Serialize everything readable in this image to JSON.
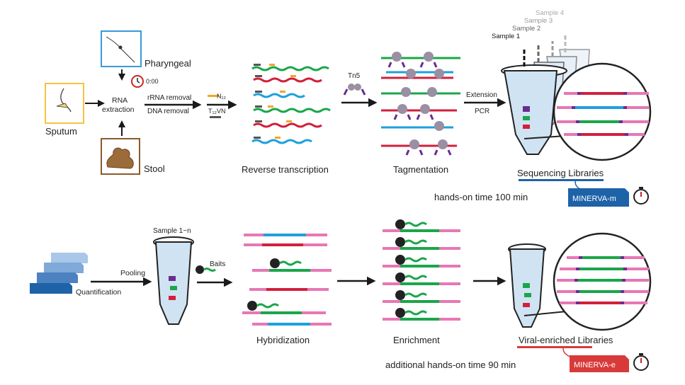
{
  "samples": {
    "sputum": "Sputum",
    "pharyngeal": "Pharyngeal",
    "stool": "Stool"
  },
  "steps": {
    "rna_extraction": [
      "RNA",
      "extraction"
    ],
    "timer_text": "0:00",
    "rrna_removal": "rRNA removal",
    "dna_removal": "DNA removal",
    "primer_n": "N₁₂",
    "primer_t": "T₁₂VN",
    "tn5": "Tn5",
    "extension": "Extension",
    "pcr": "PCR",
    "reverse_transcription": "Reverse transcription",
    "tagmentation": "Tagmentation",
    "sample_labels": [
      "Sample 1",
      "Sample 2",
      "Sample 3",
      "Sample 4"
    ],
    "sequencing_libraries": "Sequencing Libraries",
    "hands_on_time": "hands-on time 100 min",
    "minerva_m": "MINERVA-m",
    "sample_pool": "Sample 1~n",
    "pooling": "Pooling",
    "quantification": "Quantification",
    "baits": "Baits",
    "hybridization": "Hybridization",
    "enrichment": "Enrichment",
    "viral_enriched_libraries": "Viral-enriched Libraries",
    "additional_time": "additional hands-on time 90 min",
    "minerva_e": "MINERVA-e"
  },
  "colors": {
    "green": "#1aa64a",
    "red": "#d21f3c",
    "blue": "#1ea0dc",
    "pink": "#e777b4",
    "purple": "#6b2c91",
    "gray": "#8c8c8c",
    "orange": "#f5a623",
    "sputum_border": "#f5c342",
    "pharyngeal_border": "#3a9ad9",
    "stool_border": "#8b5a2b",
    "minerva_m": "#1e62a8",
    "minerva_e": "#d83a3a",
    "libraries_underline_blue": "#1e62a8",
    "libraries_underline_red": "#d83a3a"
  }
}
